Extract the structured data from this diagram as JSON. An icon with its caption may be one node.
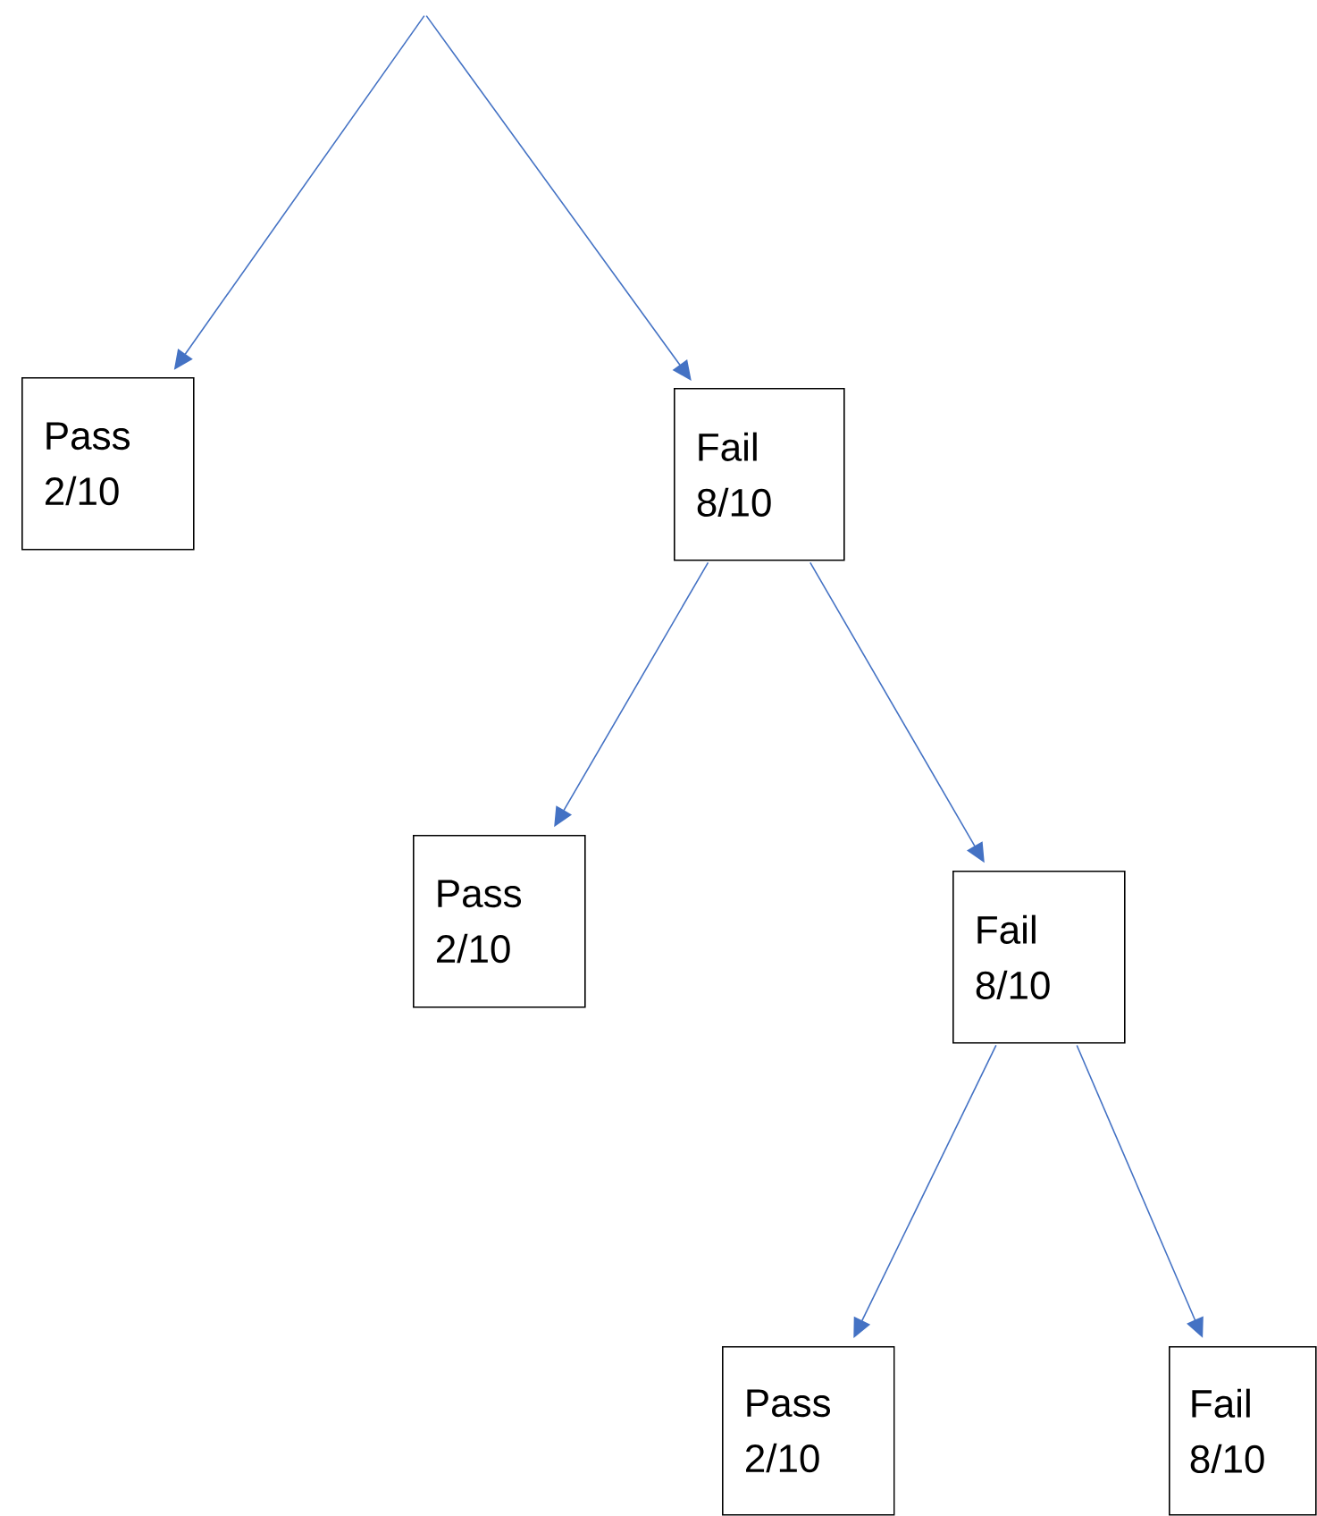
{
  "diagram": {
    "nodes": [
      {
        "text": [
          "Pass 2/10"
        ]
      },
      {
        "text": [
          "Fail 8/10"
        ]
      },
      {
        "text": [
          "Pass 2/10"
        ]
      },
      {
        "text": [
          "Fail 8/10"
        ]
      },
      {
        "text": [
          "Pass 2/10"
        ]
      },
      {
        "text": [
          "Fail 8/10"
        ]
      }
    ],
    "edges": [
      {
        "from": null,
        "to": 0,
        "arrow": "to"
      },
      {
        "from": null,
        "to": 1,
        "arrow": "to"
      },
      {
        "from": 1,
        "to": 2,
        "arrow": "to"
      },
      {
        "from": 1,
        "to": 3,
        "arrow": "to"
      },
      {
        "from": 3,
        "to": 4,
        "arrow": "to"
      },
      {
        "from": 3,
        "to": 5,
        "arrow": "to"
      }
    ]
  }
}
